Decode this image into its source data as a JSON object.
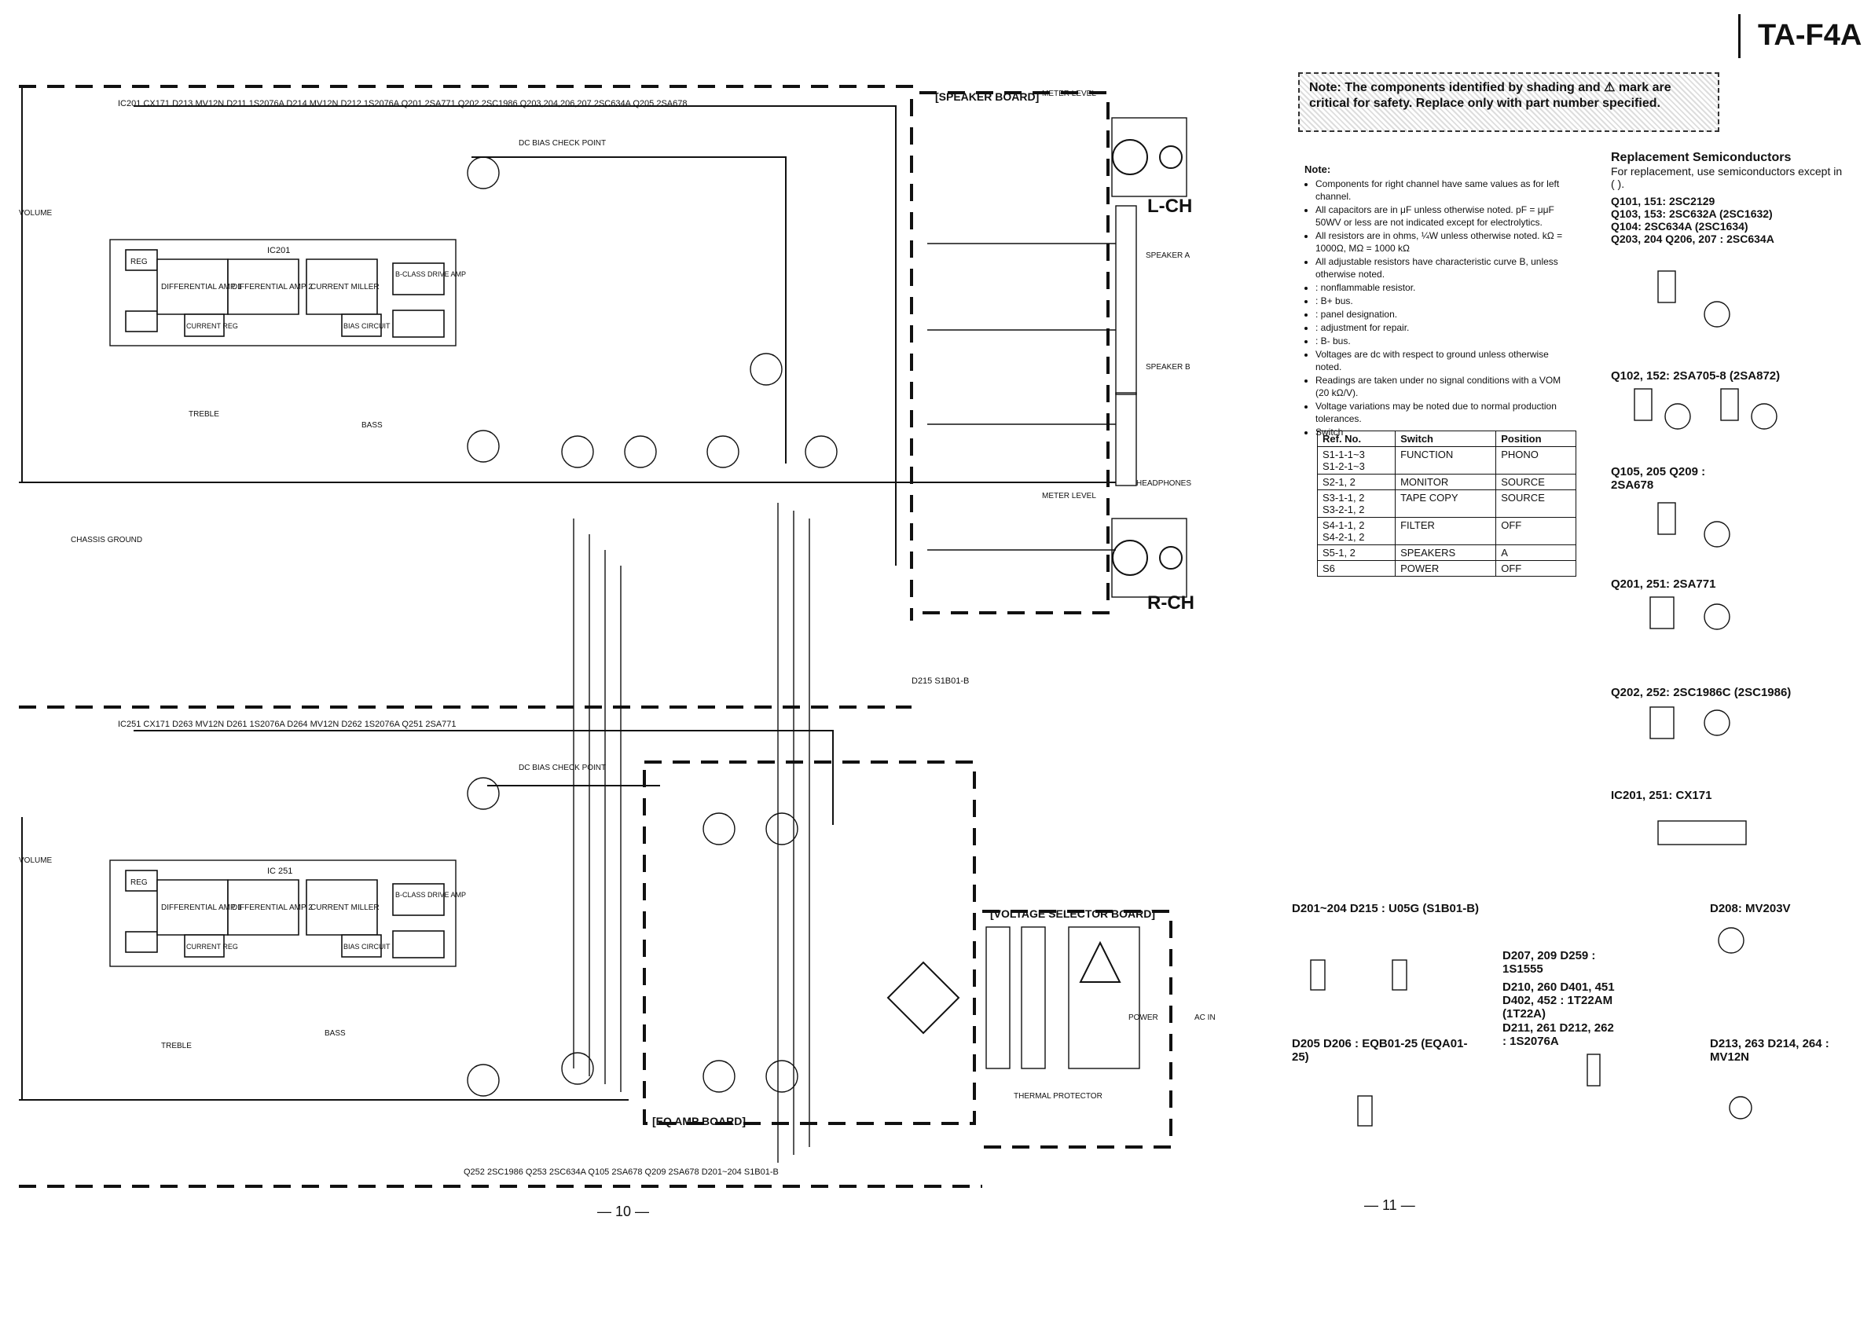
{
  "title": "TA-F4A",
  "safety_note": "Note: The components identified by shading and ⚠ mark are critical for safety. Replace only with part number specified.",
  "notes": {
    "heading": "Note:",
    "items": [
      "Components for right channel have same values as for left channel.",
      "All capacitors are in μF unless otherwise noted. pF = μμF 50WV or less are not indicated except for electrolytics.",
      "All resistors are in ohms, ¼W unless otherwise noted. kΩ = 1000Ω, MΩ = 1000 kΩ",
      "All adjustable resistors have characteristic curve B, unless otherwise noted.",
      ": nonflammable resistor.",
      ": B+ bus.",
      ": panel designation.",
      ": adjustment for repair.",
      ": B- bus.",
      "Voltages are dc with respect to ground unless otherwise noted.",
      "Readings are taken under no signal conditions with a VOM (20 kΩ/V).",
      "Voltage variations may be noted due to normal production tolerances.",
      "Switch"
    ]
  },
  "switch_table": {
    "headers": [
      "Ref. No.",
      "Switch",
      "Position"
    ],
    "rows": [
      [
        "S1-1-1~3\nS1-2-1~3",
        "FUNCTION",
        "PHONO"
      ],
      [
        "S2-1, 2",
        "MONITOR",
        "SOURCE"
      ],
      [
        "S3-1-1, 2\nS3-2-1, 2",
        "TAPE COPY",
        "SOURCE"
      ],
      [
        "S4-1-1, 2\nS4-2-1, 2",
        "FILTER",
        "OFF"
      ],
      [
        "S5-1, 2",
        "SPEAKERS",
        "A"
      ],
      [
        "S6",
        "POWER",
        "OFF"
      ]
    ]
  },
  "replacement": {
    "heading": "Replacement Semiconductors",
    "sub": "For replacement, use semiconductors except in ( ).",
    "groups": [
      "Q101, 151: 2SC2129",
      "Q103, 153: 2SC632A (2SC1632)",
      "Q104: 2SC634A (2SC1634)",
      "Q203, 204 Q206, 207 : 2SC634A",
      "Q102, 152: 2SA705-8 (2SA872)",
      "Q105, 205 Q209 : 2SA678",
      "Q201, 251: 2SA771",
      "Q202, 252: 2SC1986C (2SC1986)",
      "IC201, 251: CX171",
      "D201~204 D215 : U05G (S1B01-B)",
      "D208: MV203V",
      "D207, 209 D259 : 1S1555",
      "D210, 260 D401, 451 D402, 452 : 1T22AM (1T22A)",
      "D211, 261 D212, 262 : 1S2076A",
      "D205 D206 : EQB01-25 (EQA01-25)",
      "D213, 263 D214, 264 : MV12N"
    ]
  },
  "boards": {
    "speaker": "[SPEAKER BOARD]",
    "eq": "[EQ AMP BOARD]",
    "voltage": "[VOLTAGE SELECTOR BOARD]"
  },
  "channels": {
    "left": "L-CH",
    "right": "R-CH"
  },
  "header_parts_top": "IC201 CX171   D213 MV12N   D211 1S2076A   D214 MV12N   D212 1S2076A   Q201 2SA771   Q202 2SC1986   Q203,204,206,207 2SC634A   Q205 2SA678",
  "header_parts_bottom": "IC251 CX171   D263 MV12N   D261 1S2076A   D264 MV12N   D262 1S2076A   Q251 2SA771",
  "footer_parts": "Q252 2SC1986   Q253 2SC634A   Q105 2SA678   Q209 2SA678   D201~204 S1B01-B",
  "blocks": {
    "differential_amp1": "DIFFERENTIAL AMP 1",
    "differential_amp2": "DIFFERENTIAL AMP 2",
    "current_miller": "CURRENT MILLER",
    "b_class_drive": "B-CLASS DRIVE AMP",
    "bias_circuit": "BIAS CIRCUIT",
    "current_reg": "CURRENT REG",
    "reg": "REG"
  },
  "labels": {
    "volume": "VOLUME",
    "dc_bias": "DC BIAS CHECK POINT",
    "headphones": "HEADPHONES",
    "speaker_a": "SPEAKER A",
    "speaker_b": "SPEAKER B",
    "meter_level": "METER LEVEL",
    "power": "POWER",
    "ac_in": "AC IN",
    "chassis_ground": "CHASSIS GROUND",
    "thermal_protector": "THERMAL PROTECTOR",
    "d215": "D215 S1B01-B",
    "ic201": "IC201",
    "ic251": "IC 251",
    "treble": "TREBLE",
    "bass": "BASS"
  },
  "page_numbers": {
    "left": "— 10 —",
    "right": "— 11 —"
  }
}
